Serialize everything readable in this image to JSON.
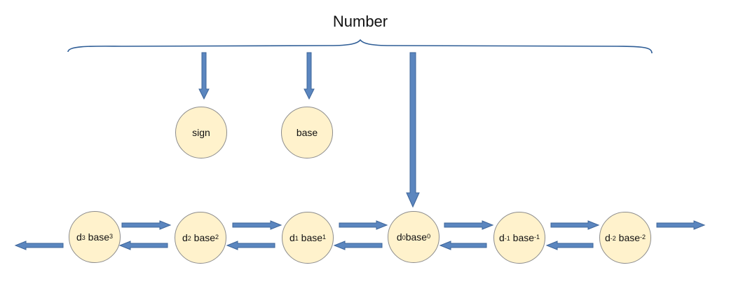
{
  "title": "Number",
  "colors": {
    "node_fill": "#fff2cc",
    "node_stroke": "#8c8c8c",
    "arrow_fill": "#5b86bf",
    "arrow_stroke": "#3e6599",
    "brace": "#2e5d96"
  },
  "top_nodes": [
    {
      "label": "sign"
    },
    {
      "label": "base"
    }
  ],
  "digit_nodes": [
    {
      "d": "d",
      "d_sub": "3",
      "base": "base",
      "exp": "3"
    },
    {
      "d": "d",
      "d_sub": "2",
      "base": "base",
      "exp": "2"
    },
    {
      "d": "d",
      "d_sub": "1",
      "base": "base",
      "exp": "1"
    },
    {
      "d": "d",
      "d_sub": "0",
      "base": "base",
      "exp": "0"
    },
    {
      "d": "d",
      "d_sub": "-1",
      "base": "base",
      "exp": "-1"
    },
    {
      "d": "d",
      "d_sub": "-2",
      "base": "base",
      "exp": "-2"
    }
  ]
}
